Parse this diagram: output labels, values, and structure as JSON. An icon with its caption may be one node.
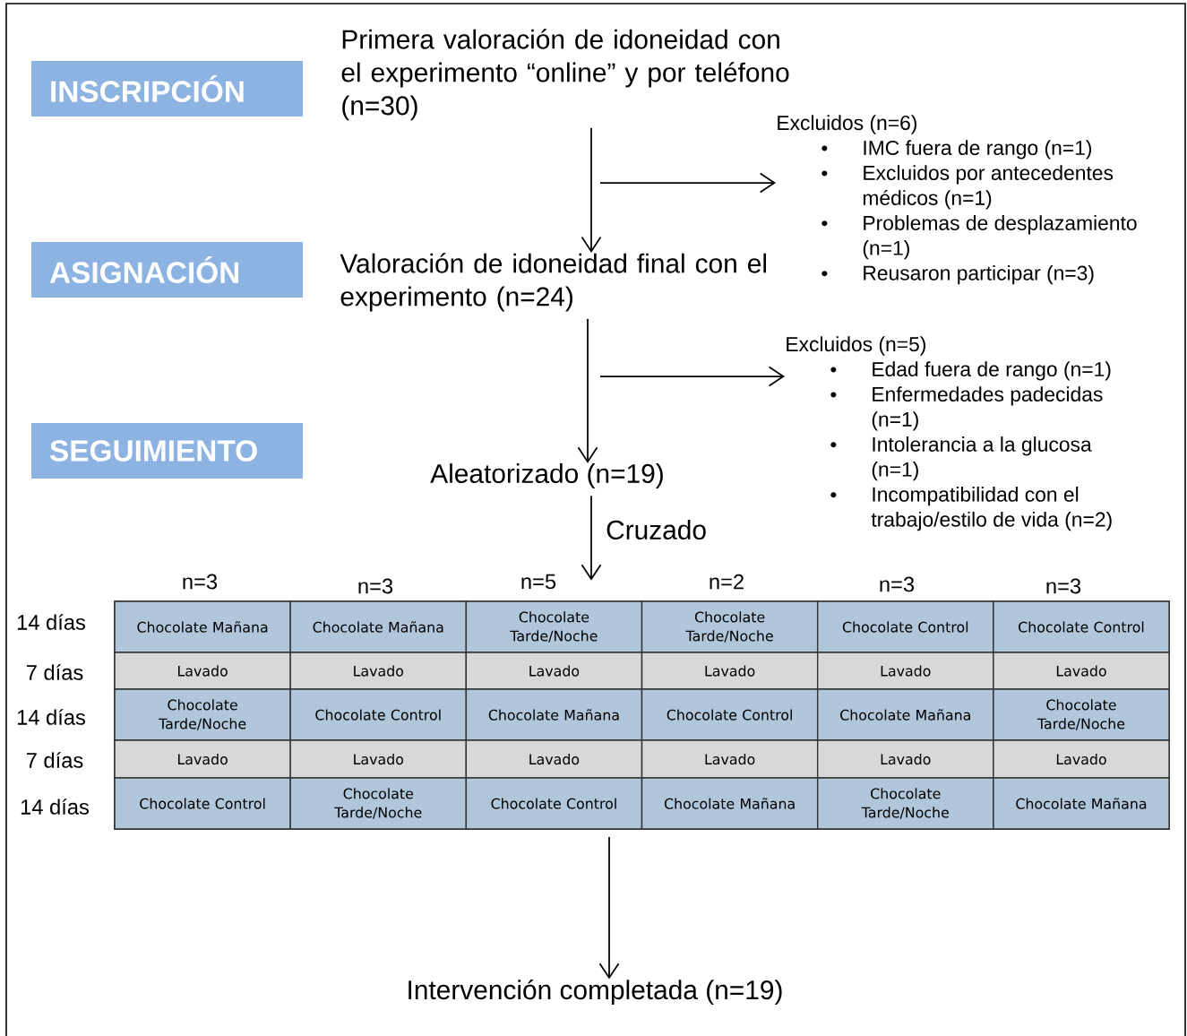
{
  "diagram": {
    "nodes": [
      {
        "text": [
          "INSCRIPCIÓN"
        ]
      },
      {
        "text": [
          "Primera valoración de idoneidad con el experimento “online” y por teléfono (n=30)"
        ]
      },
      {
        "text": [
          "Excluidos (n=6)",
          "IMC fuera de rango (n=1)",
          "Excluidos por antecedentes médicos (n=1)",
          "Problemas de desplazamiento (n=1)",
          "Reusaron participar (n=3)"
        ]
      },
      {
        "text": [
          "ASIGNACIÓN"
        ]
      },
      {
        "text": [
          "Valoración de idoneidad final con el experimento (n=24)"
        ]
      },
      {
        "text": [
          "Excluidos (n=5)",
          "Edad fuera de rango (n=1)",
          "Enfermedades padecidas (n=1)",
          "Intolerancia a la glucosa (n=1)",
          "Incompatibilidad con el trabajo/estilo de vida (n=2)"
        ]
      },
      {
        "text": [
          "SEGUIMIENTO"
        ]
      },
      {
        "text": [
          "Aleatorizado (n=19)"
        ]
      },
      {
        "text": [],
        "shape": "box"
      },
      {
        "text": [
          "Chocolate Mañana"
        ],
        "in": 8
      },
      {
        "text": [
          "Chocolate Mañana"
        ],
        "in": 8
      },
      {
        "text": [
          "Chocolate Tarde/Noche"
        ],
        "in": 8
      },
      {
        "text": [
          "Chocolate Tarde/Noche"
        ],
        "in": 8
      },
      {
        "text": [
          "Chocolate Control"
        ],
        "in": 8
      },
      {
        "text": [
          "Chocolate Control"
        ],
        "in": 8
      },
      {
        "text": [
          "Lavado"
        ],
        "in": 8
      },
      {
        "text": [
          "Lavado"
        ],
        "in": 8
      },
      {
        "text": [
          "Lavado"
        ],
        "in": 8
      },
      {
        "text": [
          "Lavado"
        ],
        "in": 8
      },
      {
        "text": [
          "Lavado"
        ],
        "in": 8
      },
      {
        "text": [
          "Lavado"
        ],
        "in": 8
      },
      {
        "text": [
          "Chocolate Tarde/Noche"
        ],
        "in": 8
      },
      {
        "text": [
          "Chocolate Control"
        ],
        "in": 8
      },
      {
        "text": [
          "Chocolate Mañana"
        ],
        "in": 8
      },
      {
        "text": [
          "Chocolate Control"
        ],
        "in": 8
      },
      {
        "text": [
          "Chocolate Mañana"
        ],
        "in": 8
      },
      {
        "text": [
          "Chocolate Tarde/Noche"
        ],
        "in": 8
      },
      {
        "text": [
          "Lavado"
        ],
        "in": 8
      },
      {
        "text": [
          "Lavado"
        ],
        "in": 8
      },
      {
        "text": [
          "Lavado"
        ],
        "in": 8
      },
      {
        "text": [
          "Lavado"
        ],
        "in": 8
      },
      {
        "text": [
          "Lavado"
        ],
        "in": 8
      },
      {
        "text": [
          "Lavado"
        ],
        "in": 8
      },
      {
        "text": [
          "Chocolate Control"
        ],
        "in": 8
      },
      {
        "text": [
          "Chocolate Tarde/Noche"
        ],
        "in": 8
      },
      {
        "text": [
          "Chocolate Control"
        ],
        "in": 8
      },
      {
        "text": [
          "Chocolate Mañana"
        ],
        "in": 8
      },
      {
        "text": [
          "Chocolate Tarde/Noche"
        ],
        "in": 8
      },
      {
        "text": [
          "Chocolate Mañana"
        ],
        "in": 8
      },
      {
        "text": [
          "Intervención completada (n=19)"
        ]
      }
    ],
    "edges": [
      {
        "from": 1,
        "to": 4,
        "arrow": "to"
      },
      {
        "from": null,
        "to": 2,
        "arrow": "to"
      },
      {
        "from": 4,
        "to": 7,
        "arrow": "to"
      },
      {
        "from": null,
        "to": 5,
        "arrow": "to"
      },
      {
        "from": 7,
        "to": 8,
        "arrow": "to",
        "label": "Cruzado"
      },
      {
        "from": 8,
        "to": 39,
        "arrow": "to"
      }
    ],
    "labels": [
      "n=3",
      "n=3",
      "n=5",
      "n=2",
      "n=3",
      "n=3",
      "14 días",
      "7 días",
      "14 días",
      "7 días",
      "14 días"
    ]
  }
}
